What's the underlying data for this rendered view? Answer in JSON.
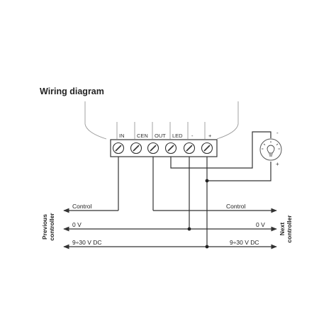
{
  "title": "Wiring diagram",
  "terminals": [
    {
      "id": "in",
      "label": "IN"
    },
    {
      "id": "cen",
      "label": "CEN"
    },
    {
      "id": "out",
      "label": "OUT"
    },
    {
      "id": "led",
      "label": "LED"
    },
    {
      "id": "neg",
      "label": "-"
    },
    {
      "id": "pos",
      "label": "+"
    }
  ],
  "buses": {
    "control_left": "Control",
    "control_right": "Control",
    "zero_left": "0 V",
    "zero_right": "0 V",
    "supply_left": "9÷30 V DC",
    "supply_right": "9÷30 V DC"
  },
  "side_labels": {
    "previous_line1": "Previous",
    "previous_line2": "controller",
    "next_line1": "Next",
    "next_line2": "controller"
  },
  "lamp": {
    "icon": "led-lamp-icon",
    "minus": "-",
    "plus": "+"
  }
}
